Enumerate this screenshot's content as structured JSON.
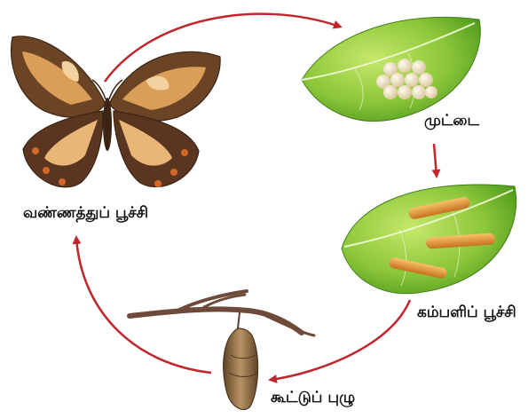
{
  "stages": {
    "egg": "முட்டை",
    "larva": "கம்பளிப் பூச்சி",
    "pupa": "கூட்டுப் புழு",
    "adult": "வண்ணத்துப் பூச்சி"
  },
  "colors": {
    "arrow": "#c0262c",
    "leaf_light": "#9fd23a",
    "leaf_dark": "#4e9a1c",
    "egg": "#f3e8c9",
    "larva": "#e79a3b",
    "butterfly_wing": "#6b4325",
    "butterfly_band": "#e8a85f",
    "twig": "#6e4a3a",
    "chrysalis": "#8a6a3e"
  },
  "icons": [
    "butterfly-icon",
    "egg-leaf-icon",
    "caterpillar-leaf-icon",
    "chrysalis-icon"
  ]
}
